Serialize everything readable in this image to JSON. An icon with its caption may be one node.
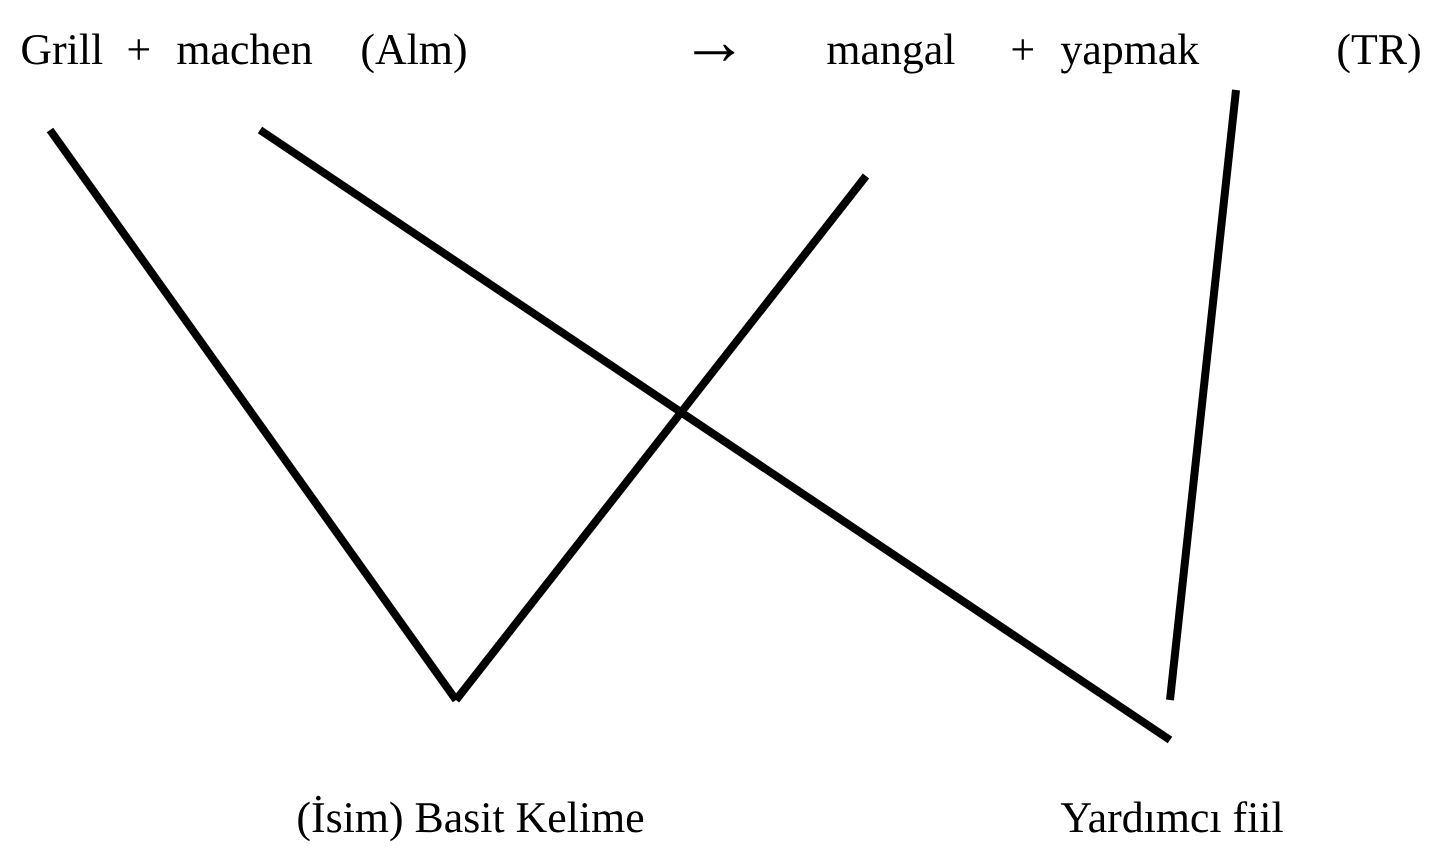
{
  "diagram": {
    "nodes": [
      {
        "text": [
          "Grill"
        ]
      },
      {
        "text": [
          "machen"
        ]
      },
      {
        "text": [
          "mangal"
        ]
      },
      {
        "text": [
          "yapmak"
        ]
      },
      {
        "text": [
          "(İsim) Basit Kelime"
        ]
      },
      {
        "text": [
          "Yardımcı fiil"
        ]
      }
    ],
    "edges": [
      {
        "from": 0,
        "to": 4,
        "arrow": "none"
      },
      {
        "from": 2,
        "to": 4,
        "arrow": "none"
      },
      {
        "from": 1,
        "to": 5,
        "arrow": "none"
      },
      {
        "from": 3,
        "to": 5,
        "arrow": "none"
      }
    ],
    "labels": [
      "+",
      "(Alm)",
      "→",
      "+",
      "(TR)"
    ]
  }
}
